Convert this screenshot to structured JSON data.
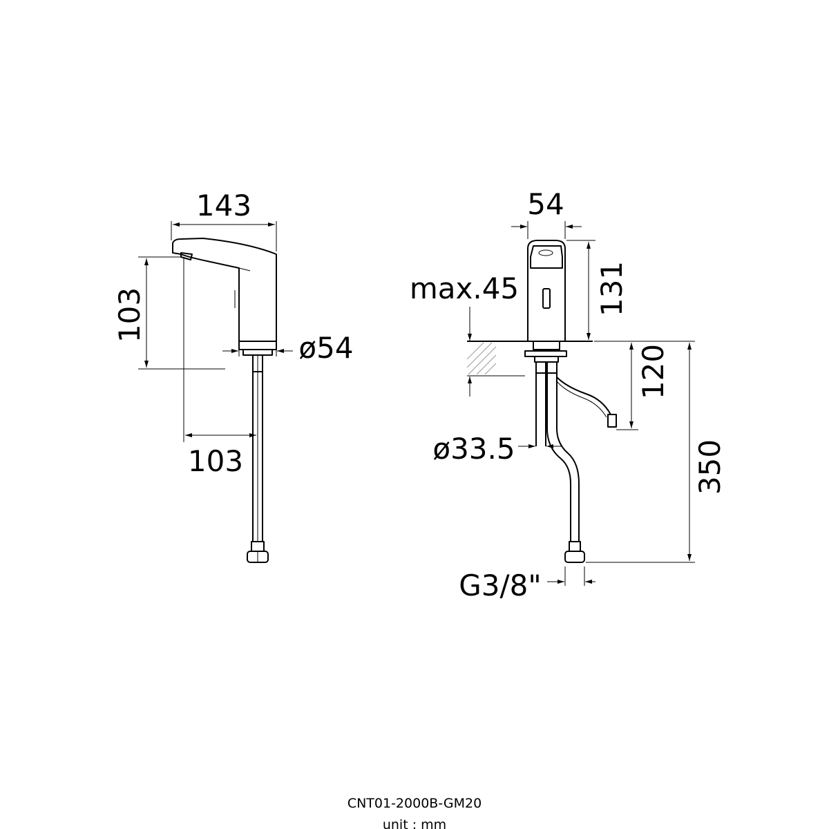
{
  "dimensions": {
    "side_width": "143",
    "side_height": "103",
    "side_reach": "103",
    "side_base_diameter": "ø54",
    "front_width": "54",
    "front_height": "131",
    "front_counter_max": "max.45",
    "front_shank_length": "120",
    "front_shank_diameter": "ø33.5",
    "front_total_length": "350",
    "front_thread": "G3/8\""
  },
  "footer": {
    "model": "CNT01-2000B-GM20",
    "unit": "unit : mm"
  }
}
